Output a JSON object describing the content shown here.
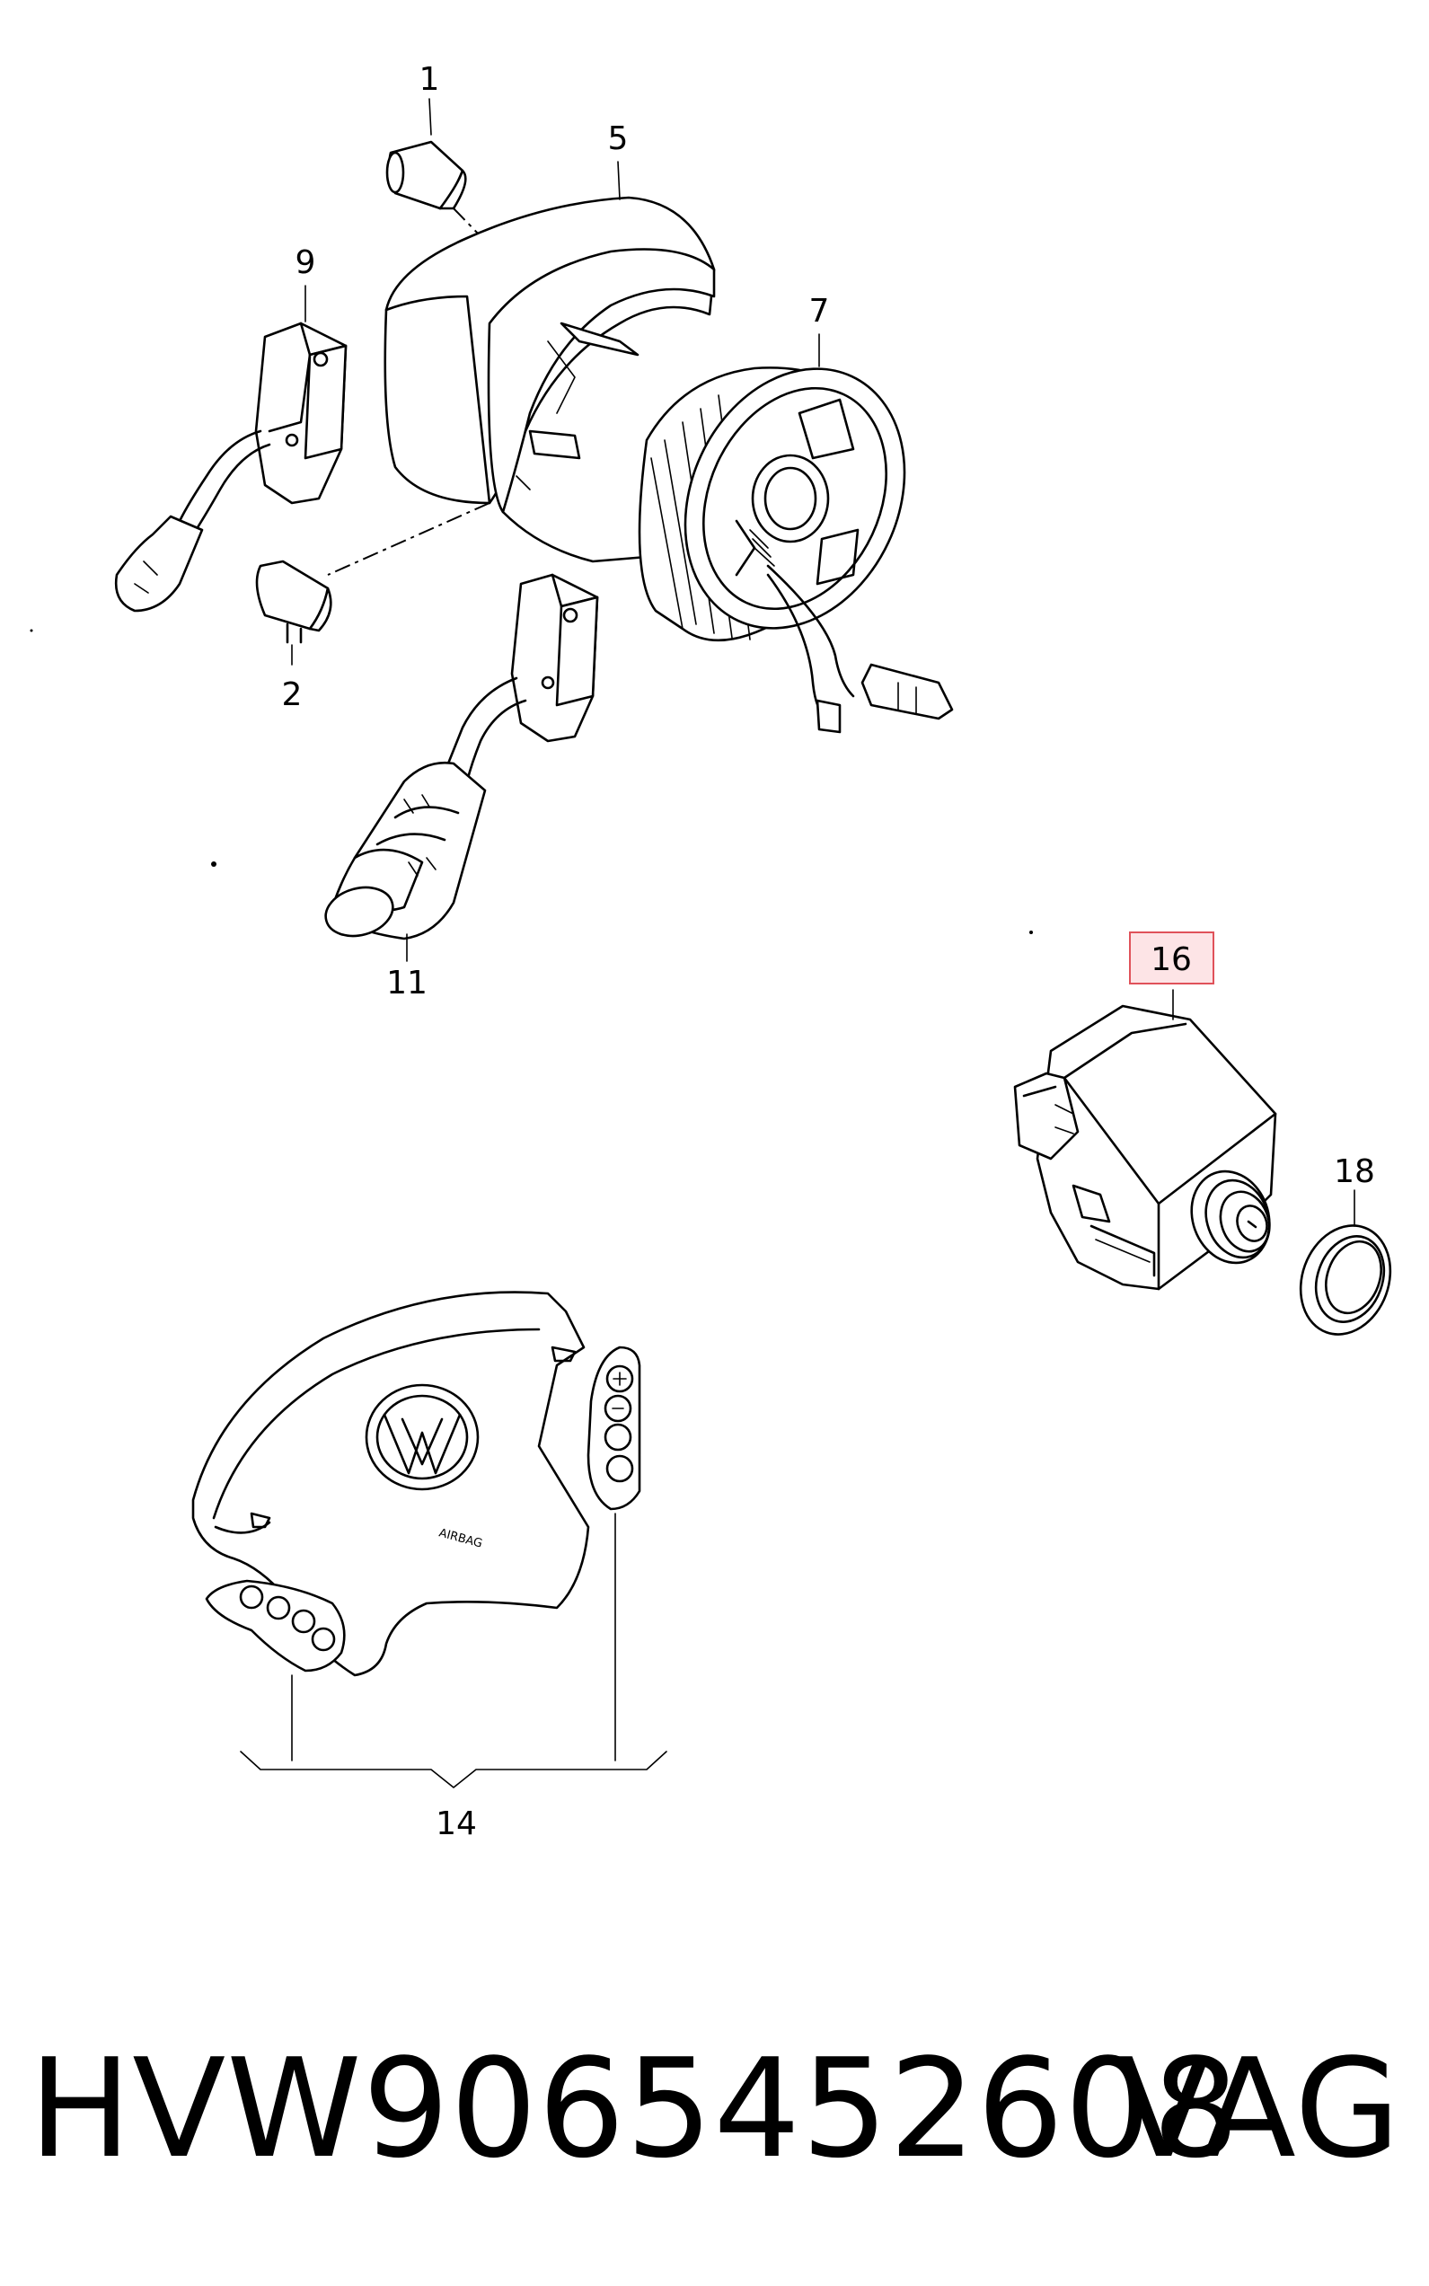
{
  "callouts": {
    "c1": "1",
    "c2": "2",
    "c5": "5",
    "c7": "7",
    "c9": "9",
    "c11": "11",
    "c14": "14",
    "c16": "16",
    "c18": "18"
  },
  "airbag_label": "AIRBAG",
  "caption": {
    "part_number": "HVW9065452608",
    "brand": "VAG"
  },
  "colors": {
    "highlight_border": "#e0525a",
    "highlight_fill": "#fde4e6",
    "ink": "#000000"
  }
}
